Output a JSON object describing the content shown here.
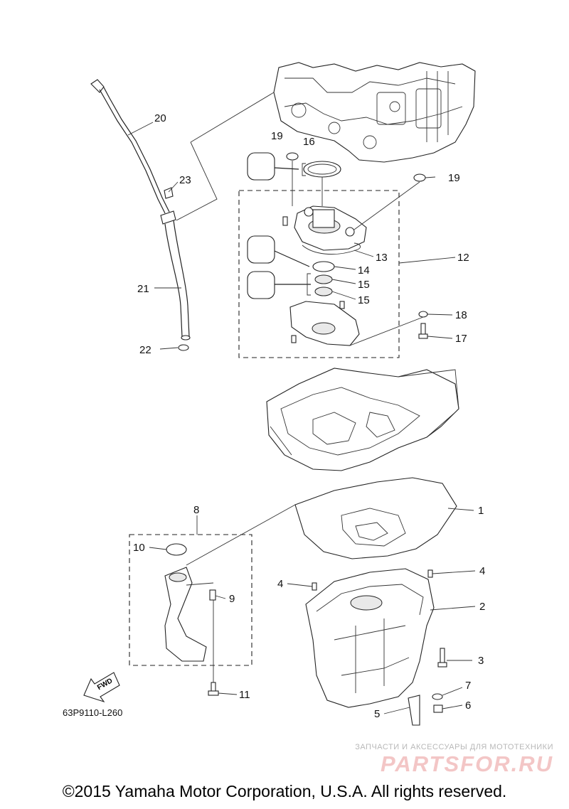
{
  "diagram": {
    "drawing_code": "63P9110-L260",
    "fwd_label": "FWD",
    "callouts": [
      "20",
      "23",
      "21",
      "22",
      "19",
      "16",
      "19",
      "12",
      "13",
      "14",
      "15",
      "15",
      "18",
      "17",
      "1",
      "8",
      "10",
      "9",
      "4",
      "4",
      "2",
      "3",
      "7",
      "6",
      "5",
      "11"
    ]
  },
  "watermark": {
    "subtitle": "ЗАПЧАСТИ И АКСЕССУАРЫ ДЛЯ МОТОТЕХНИКИ",
    "brand": "PARTSFOR.RU"
  },
  "copyright": "©2015 Yamaha Motor Corporation, U.S.A. All rights reserved."
}
